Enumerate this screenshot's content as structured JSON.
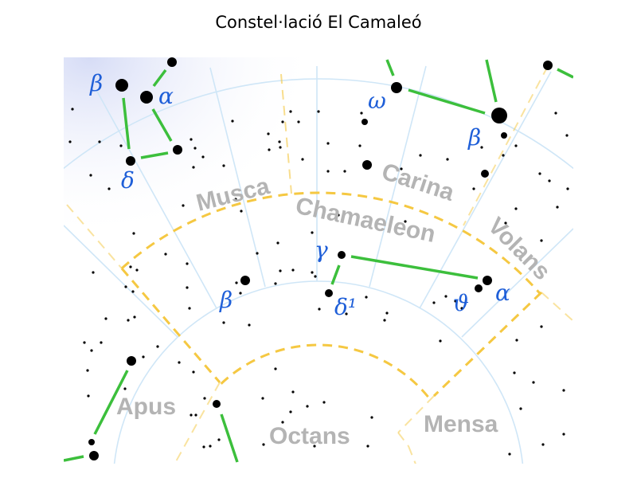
{
  "title": "Constel·lació El Camaleó",
  "constellations": {
    "musca": "Musca",
    "carina": "Carina",
    "chamaeleon": "Chamaeleon",
    "volans": "Volans",
    "apus": "Apus",
    "octans": "Octans",
    "mensa": "Mensa"
  },
  "stars": {
    "musca_beta": "β",
    "musca_alpha": "α",
    "musca_delta": "δ",
    "carina_omega": "ω",
    "carina_beta": "β",
    "cham_gamma": "γ",
    "cham_beta": "β",
    "cham_delta1": "δ¹",
    "cham_theta": "ϑ",
    "cham_alpha": "α"
  },
  "colors": {
    "grid": "#cfe6f7",
    "boundary": "#f5c842",
    "figure": "#3cbf3c",
    "greek": "#1f5fd8",
    "name": "#b4b4b4"
  }
}
